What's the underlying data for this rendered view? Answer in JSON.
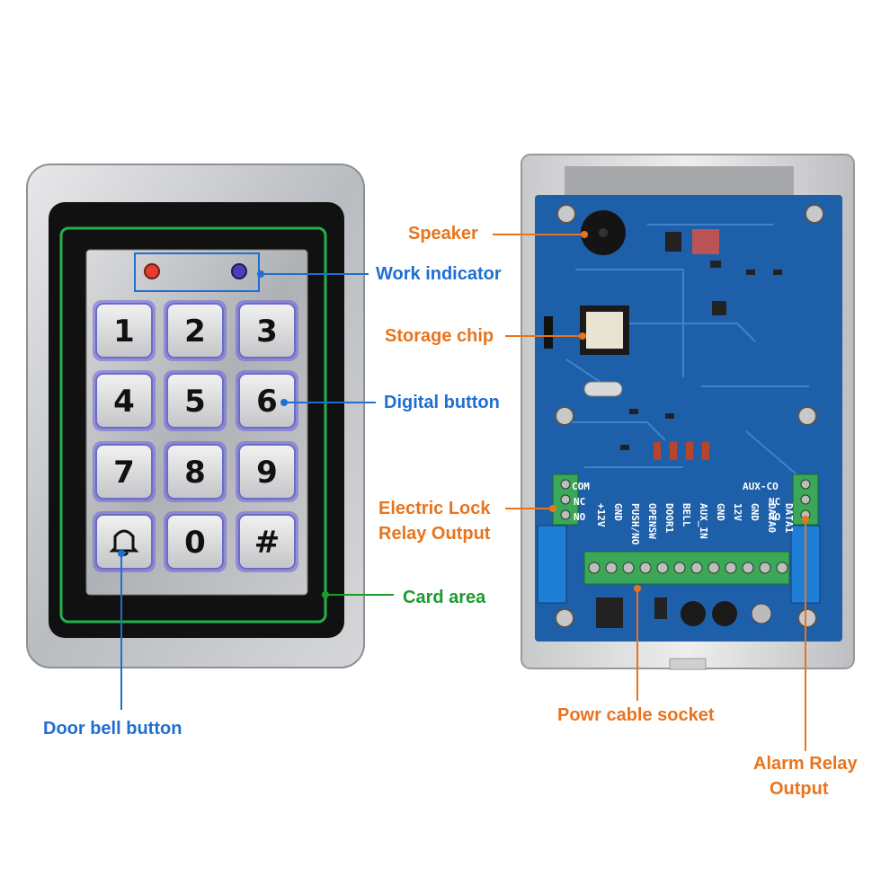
{
  "keypad": {
    "keys": [
      "1",
      "2",
      "3",
      "4",
      "5",
      "6",
      "7",
      "8",
      "9",
      "",
      "0",
      "#"
    ]
  },
  "terminals": {
    "left_relay": [
      "COM",
      "NC",
      "NO"
    ],
    "right_relay": [
      "AUX-CO",
      "NC",
      "NO"
    ],
    "block": [
      "+12V",
      "GND",
      "PUSH/NO",
      "OPENSW",
      "DOOR1",
      "BELL",
      "AUX_IN",
      "GND",
      "12V",
      "GND",
      "DATA0",
      "DATA1"
    ]
  },
  "labels": {
    "speaker": "Speaker",
    "work_indicator": "Work indicator",
    "storage_chip": "Storage chip",
    "digital_button": "Digital button",
    "electric_lock_line1": "Electric Lock",
    "electric_lock_line2": "Relay Output",
    "card_area": "Card area",
    "door_bell": "Door bell button",
    "power_cable": "Powr cable socket",
    "alarm_relay_line1": "Alarm Relay",
    "alarm_relay_line2": "Output"
  },
  "colors": {
    "orange": "#e8741c",
    "blue": "#1f6fd1",
    "green": "#1a9c2a",
    "pcb": "#1d5fa8",
    "terminal": "#3aa857"
  }
}
